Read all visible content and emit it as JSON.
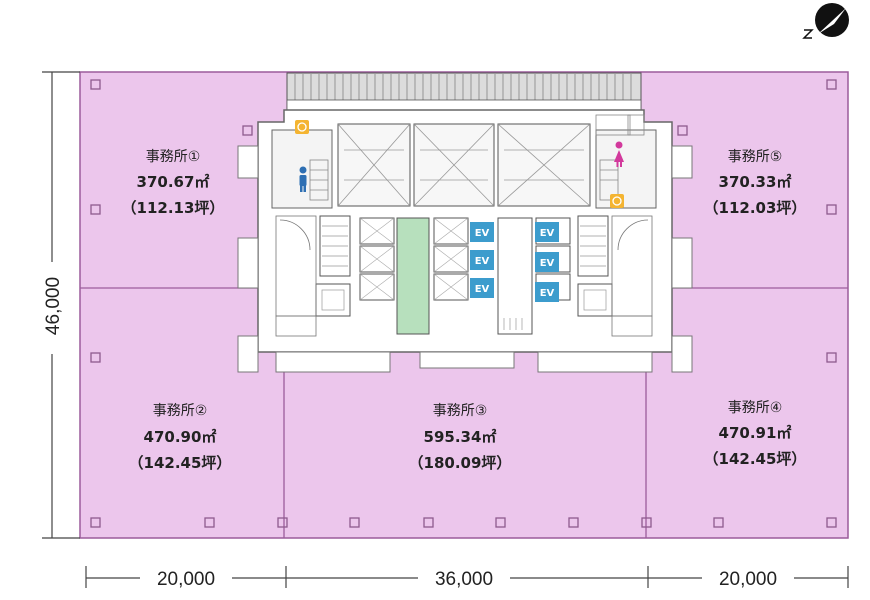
{
  "offices": [
    {
      "name": "事務所①",
      "area": "370.67㎡",
      "tsubo": "（112.13坪）"
    },
    {
      "name": "事務所⑤",
      "area": "370.33㎡",
      "tsubo": "（112.03坪）"
    },
    {
      "name": "事務所②",
      "area": "470.90㎡",
      "tsubo": "（142.45坪）"
    },
    {
      "name": "事務所③",
      "area": "595.34㎡",
      "tsubo": "（180.09坪）"
    },
    {
      "name": "事務所④",
      "area": "470.91㎡",
      "tsubo": "（142.45坪）"
    }
  ],
  "dimensions": {
    "height": "46,000",
    "widths": [
      "20,000",
      "36,000",
      "20,000"
    ]
  },
  "elevators": [
    "EV",
    "EV",
    "EV",
    "EV",
    "EV",
    "EV"
  ],
  "icons": [
    "north-arrow-icon",
    "male-restroom-icon",
    "female-restroom-icon",
    "accessible-restroom-icon",
    "accessible-restroom-icon"
  ],
  "colors": {
    "office_fill": "#ecc6ec",
    "office_border": "#9b5c9b",
    "ev_fill": "#3c9ccd",
    "stair_green": "#b7e0bd",
    "restroom_male": "#2e6fb3",
    "restroom_female": "#d2399c"
  }
}
